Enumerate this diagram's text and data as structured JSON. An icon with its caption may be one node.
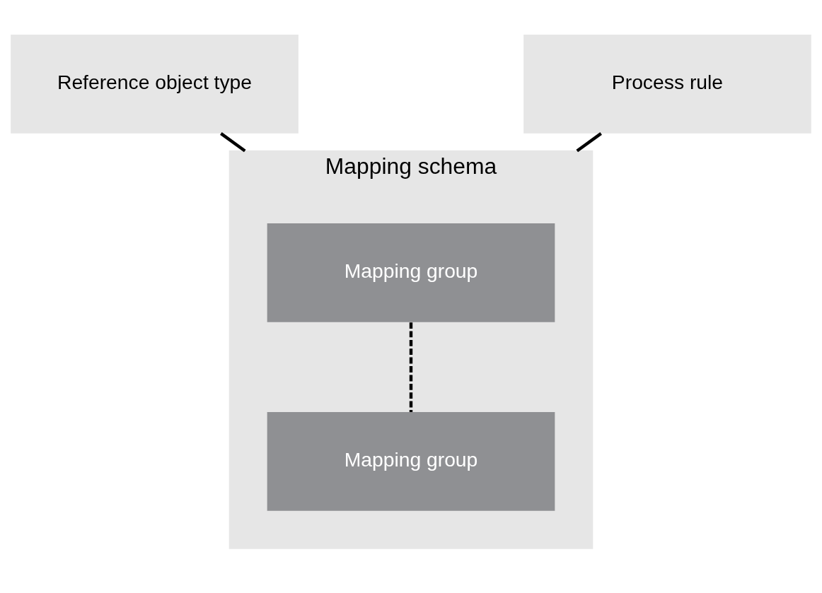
{
  "diagram": {
    "nodes": [
      {
        "text": [
          "Reference object type"
        ]
      },
      {
        "text": [
          "Process rule"
        ]
      },
      {
        "text": [
          "Mapping schema"
        ]
      },
      {
        "text": [
          "Mapping group"
        ],
        "in": 2
      },
      {
        "text": [
          "Mapping group"
        ],
        "in": 2
      }
    ],
    "edges": [
      {
        "from": 0,
        "to": 2,
        "arrow": "none"
      },
      {
        "from": 1,
        "to": 2,
        "arrow": "none"
      },
      {
        "from": 3,
        "to": 4,
        "arrow": "none",
        "style": "dashed"
      }
    ]
  }
}
